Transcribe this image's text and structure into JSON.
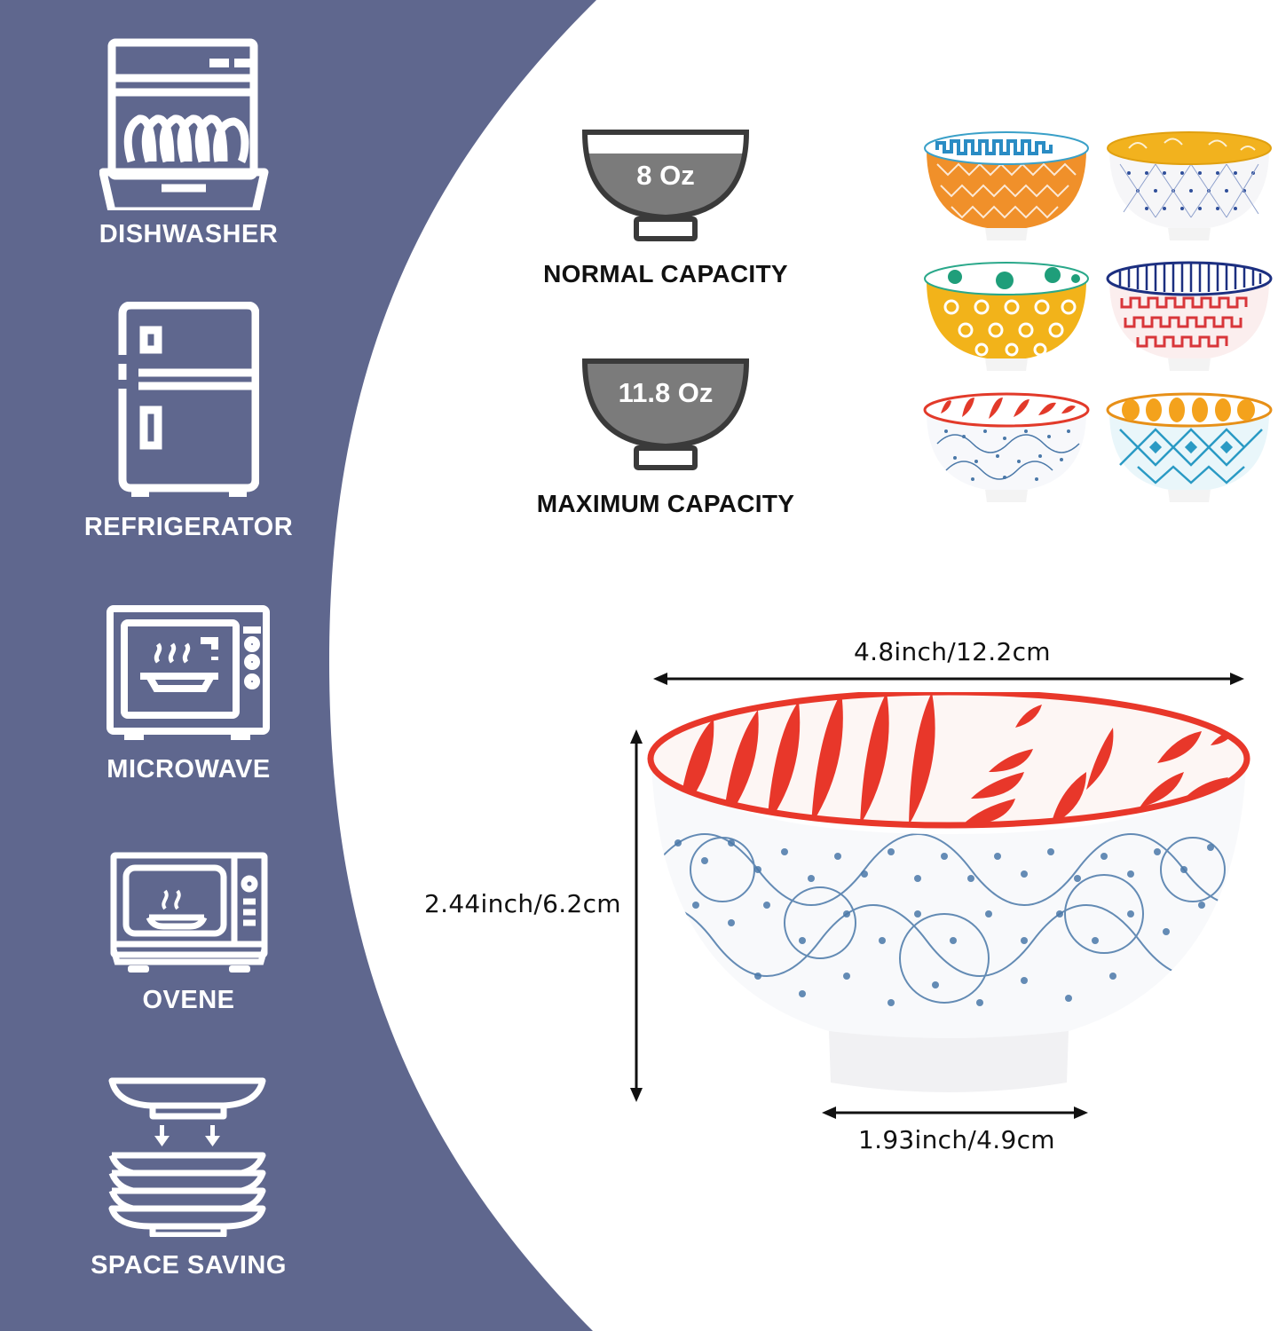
{
  "colors": {
    "panel": "#5f678e",
    "icon_stroke": "#ffffff",
    "capacity_fill": "#7b7b7b",
    "capacity_outline": "#3a3a3a",
    "accent_red": "#e8372a",
    "pattern_blue": "#4a78a8"
  },
  "features": [
    {
      "id": "dishwasher",
      "label": "DISHWASHER",
      "icon": "dishwasher-icon"
    },
    {
      "id": "refrigerator",
      "label": "REFRIGERATOR",
      "icon": "refrigerator-icon"
    },
    {
      "id": "microwave",
      "label": "MICROWAVE",
      "icon": "microwave-icon"
    },
    {
      "id": "oven",
      "label": "OVENE",
      "icon": "oven-icon"
    },
    {
      "id": "space-saving",
      "label": "SPACE SAVING",
      "icon": "stacked-bowls-icon"
    }
  ],
  "capacity": {
    "normal": {
      "value": "8 Oz",
      "label": "NORMAL CAPACITY"
    },
    "maximum": {
      "value": "11.8 Oz",
      "label": "MAXIMUM CAPACITY"
    }
  },
  "bowl_set": {
    "count": 6,
    "bowls": [
      {
        "inner": "#2a8cc4",
        "outer": "#f0902a",
        "pattern": "blue-geometric inside, orange lattice outside"
      },
      {
        "inner": "#f2b21e",
        "outer": "#2f4f9a",
        "pattern": "yellow floral inside, blue dot diamond outside"
      },
      {
        "inner": "#1f9e7a",
        "outer": "#f2b31a",
        "pattern": "green flowers inside, yellow circle lattice outside"
      },
      {
        "inner": "#1c2f80",
        "outer": "#d8363a",
        "pattern": "navy stripes inside, red lattice outside"
      },
      {
        "inner": "#e23a2a",
        "outer": "#4a78a8",
        "pattern": "red leaves inside, blue vine outside"
      },
      {
        "inner": "#f4a21c",
        "outer": "#2a9ac4",
        "pattern": "orange ovals inside, teal tile outside"
      }
    ]
  },
  "dimensions": {
    "diameter": "4.8inch/12.2cm",
    "height": "2.44inch/6.2cm",
    "base": "1.93inch/4.9cm"
  }
}
